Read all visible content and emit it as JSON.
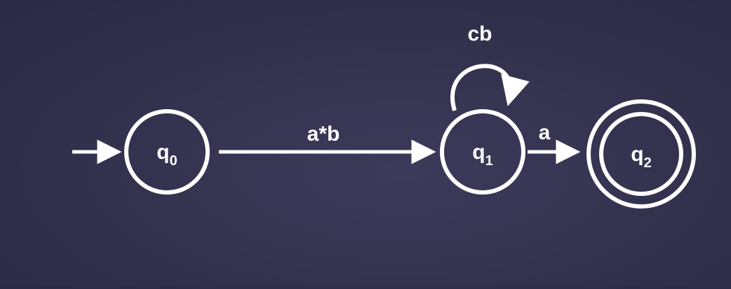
{
  "diagram": {
    "colors": {
      "background": "#34334f",
      "stroke": "#ffffff"
    },
    "states": [
      {
        "id": "q0",
        "name": "q",
        "sub": "0",
        "start": true,
        "accepting": false
      },
      {
        "id": "q1",
        "name": "q",
        "sub": "1",
        "start": false,
        "accepting": false
      },
      {
        "id": "q2",
        "name": "q",
        "sub": "2",
        "start": false,
        "accepting": true
      }
    ],
    "transitions": [
      {
        "from": "q0",
        "to": "q1",
        "label": "a*b"
      },
      {
        "from": "q1",
        "to": "q1",
        "label": "cb"
      },
      {
        "from": "q1",
        "to": "q2",
        "label": "a"
      }
    ]
  }
}
